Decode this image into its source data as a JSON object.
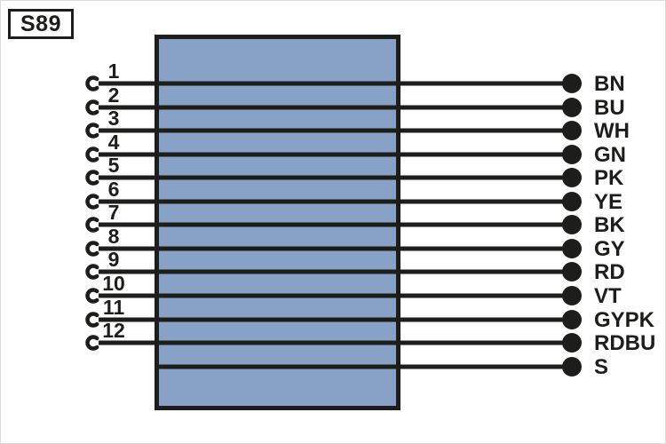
{
  "diagram": {
    "connector_id": "S89",
    "colors": {
      "ink": "#1d1d1b",
      "connector_body_fill": "#87A2C6",
      "background": "#ffffff"
    },
    "wires": [
      {
        "pin": "1",
        "label": "BN"
      },
      {
        "pin": "2",
        "label": "BU"
      },
      {
        "pin": "3",
        "label": "WH"
      },
      {
        "pin": "4",
        "label": "GN"
      },
      {
        "pin": "5",
        "label": "PK"
      },
      {
        "pin": "6",
        "label": "YE"
      },
      {
        "pin": "7",
        "label": "BK"
      },
      {
        "pin": "8",
        "label": "GY"
      },
      {
        "pin": "9",
        "label": "RD"
      },
      {
        "pin": "10",
        "label": "VT"
      },
      {
        "pin": "11",
        "label": "GYPK"
      },
      {
        "pin": "12",
        "label": "RDBU"
      },
      {
        "pin": null,
        "label": "S"
      }
    ]
  }
}
